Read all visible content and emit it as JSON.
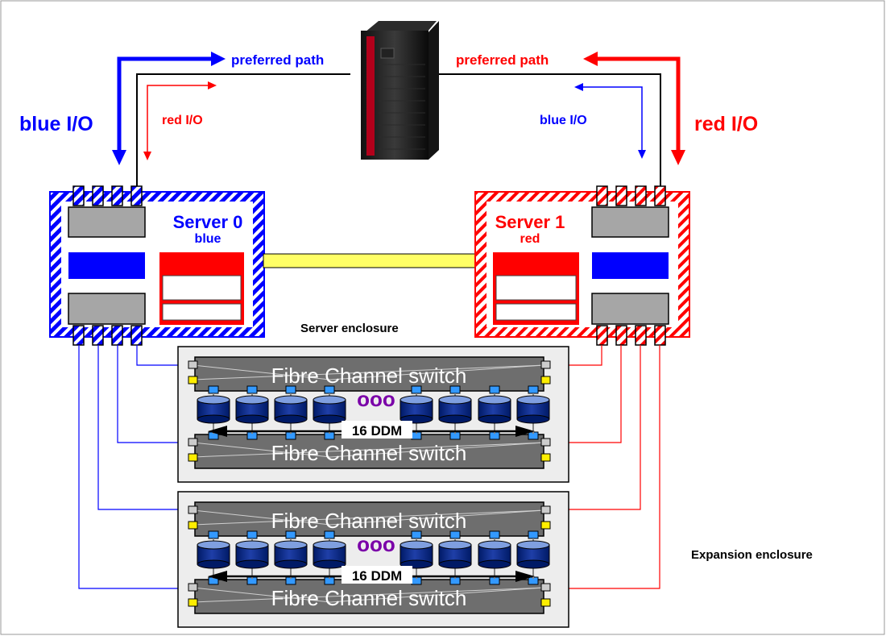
{
  "labels": {
    "preferred_path_left": "preferred path",
    "preferred_path_right": "preferred path",
    "blue_io_big": "blue I/O",
    "red_io_big": "red I/O",
    "red_io_small": "red I/O",
    "blue_io_small": "blue I/O",
    "server0_title": "Server 0",
    "server0_sub": "blue",
    "server1_title": "Server 1",
    "server1_sub": "red",
    "server_enclosure": "Server enclosure",
    "expansion_enclosure": "Expansion enclosure"
  },
  "enclosures": [
    {
      "id": "server-enclosure",
      "switch_top": "Fibre Channel switch",
      "switch_bottom": "Fibre Channel switch",
      "ddm_label": "16 DDM",
      "ellipsis": "ooo"
    },
    {
      "id": "expansion-enclosure",
      "switch_top": "Fibre Channel switch",
      "switch_bottom": "Fibre Channel switch",
      "ddm_label": "16 DDM",
      "ellipsis": "ooo"
    }
  ],
  "colors": {
    "blue": "#0000ff",
    "red": "#ff0000",
    "link_yellow": "#ffff66",
    "switch_gray": "#6e6e6e",
    "enclosure_bg": "#ededed",
    "disk_navy": "#001f7a",
    "port_blue": "#3399ff",
    "port_yellow": "#ffee00",
    "ellipsis_purple": "#7a00a8"
  }
}
